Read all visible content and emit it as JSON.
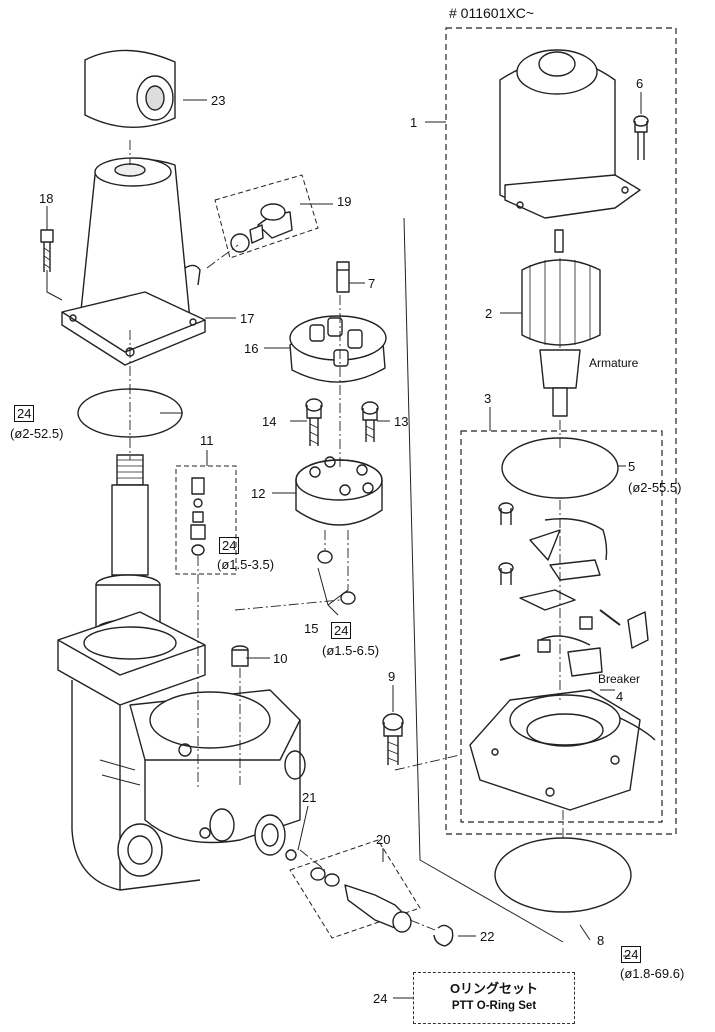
{
  "header": {
    "serial": "# 011601XC~"
  },
  "annotations": {
    "armature": "Armature",
    "breaker": "Breaker"
  },
  "callouts": [
    {
      "id": "p1",
      "text": "1"
    },
    {
      "id": "p2",
      "text": "2"
    },
    {
      "id": "p3",
      "text": "3"
    },
    {
      "id": "p4",
      "text": "4"
    },
    {
      "id": "p5",
      "text": "5"
    },
    {
      "id": "p6",
      "text": "6"
    },
    {
      "id": "p7",
      "text": "7"
    },
    {
      "id": "p8",
      "text": "8"
    },
    {
      "id": "p9",
      "text": "9"
    },
    {
      "id": "p10",
      "text": "10"
    },
    {
      "id": "p11",
      "text": "11"
    },
    {
      "id": "p12",
      "text": "12"
    },
    {
      "id": "p13",
      "text": "13"
    },
    {
      "id": "p14",
      "text": "14"
    },
    {
      "id": "p15",
      "text": "15"
    },
    {
      "id": "p16",
      "text": "16"
    },
    {
      "id": "p17",
      "text": "17"
    },
    {
      "id": "p18",
      "text": "18"
    },
    {
      "id": "p19",
      "text": "19"
    },
    {
      "id": "p20",
      "text": "20"
    },
    {
      "id": "p21",
      "text": "21"
    },
    {
      "id": "p22",
      "text": "22"
    },
    {
      "id": "p23",
      "text": "23"
    },
    {
      "id": "p24",
      "text": "24"
    }
  ],
  "oring_refs": [
    {
      "box": "24",
      "size": "(ø2-52.5)"
    },
    {
      "box": "24",
      "size": "(ø1.5-3.5)"
    },
    {
      "box": "24",
      "size": "(ø1.5-6.5)"
    },
    {
      "box": "24",
      "size": "(ø1.8-69.6)"
    }
  ],
  "size5": "(ø2-55.5)",
  "legend": {
    "jp": "Oリングセット",
    "en": "PTT O-Ring Set"
  }
}
